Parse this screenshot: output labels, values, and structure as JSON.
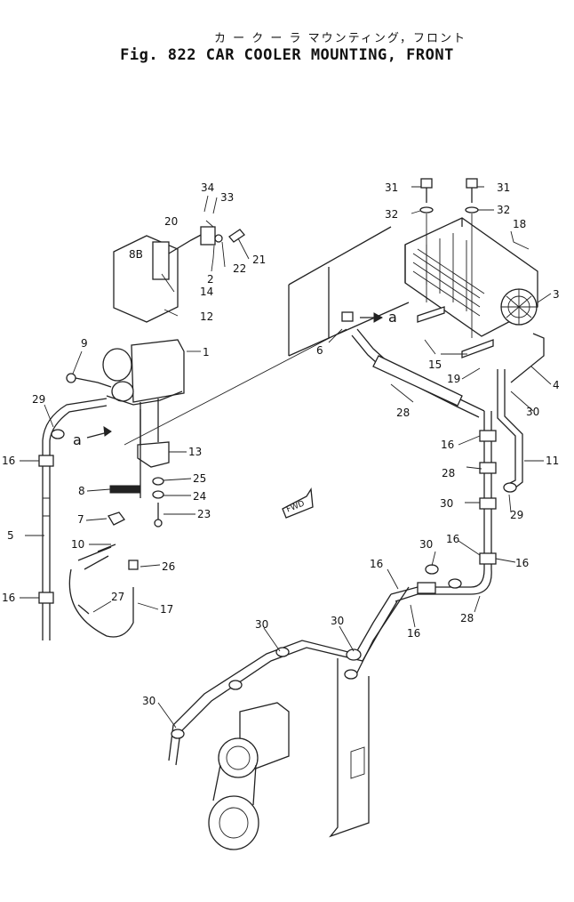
{
  "title": {
    "japanese": "カ ー ク ー ラ マウンティング，フロント",
    "english": "Fig. 822 CAR COOLER MOUNTING, FRONT"
  },
  "arrow_marker": "a",
  "fwd_label": "FWD",
  "callouts": {
    "c1": "1",
    "c2": "2",
    "c3": "3",
    "c4": "4",
    "c5": "5",
    "c6": "6",
    "c7": "7",
    "c8": "8",
    "c9": "9",
    "c10": "10",
    "c11": "11",
    "c12": "12",
    "c13": "13",
    "c14": "14",
    "c15": "15",
    "c16": "16",
    "c17": "17",
    "c18": "18",
    "c19": "19",
    "c20": "20",
    "c21": "21",
    "c22": "22",
    "c23": "23",
    "c24": "24",
    "c25": "25",
    "c26": "26",
    "c27": "27",
    "c28": "28",
    "c29": "29",
    "c30": "30",
    "c31": "31",
    "c32": "32",
    "c33": "33",
    "c34": "34"
  }
}
